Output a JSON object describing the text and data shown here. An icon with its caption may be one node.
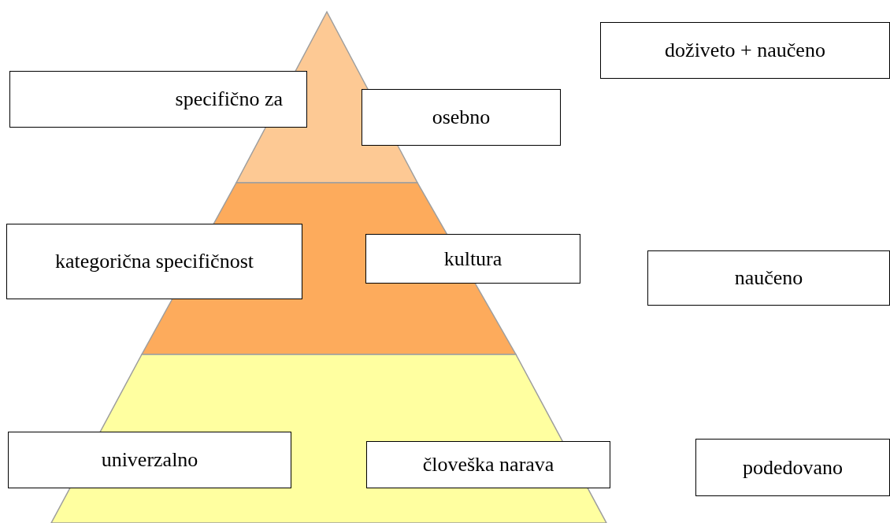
{
  "diagram": {
    "nodes": [
      {
        "text": [
          "specifično za"
        ]
      },
      {
        "text": [
          "osebno"
        ]
      },
      {
        "text": [
          "doživeto + naučeno"
        ]
      },
      {
        "text": [
          "kategorična specifičnost"
        ]
      },
      {
        "text": [
          "kultura"
        ]
      },
      {
        "text": [
          "naučeno"
        ]
      },
      {
        "text": [
          "univerzalno"
        ]
      },
      {
        "text": [
          "človeška narava"
        ]
      },
      {
        "text": [
          "podedovano"
        ]
      }
    ],
    "edges": []
  }
}
